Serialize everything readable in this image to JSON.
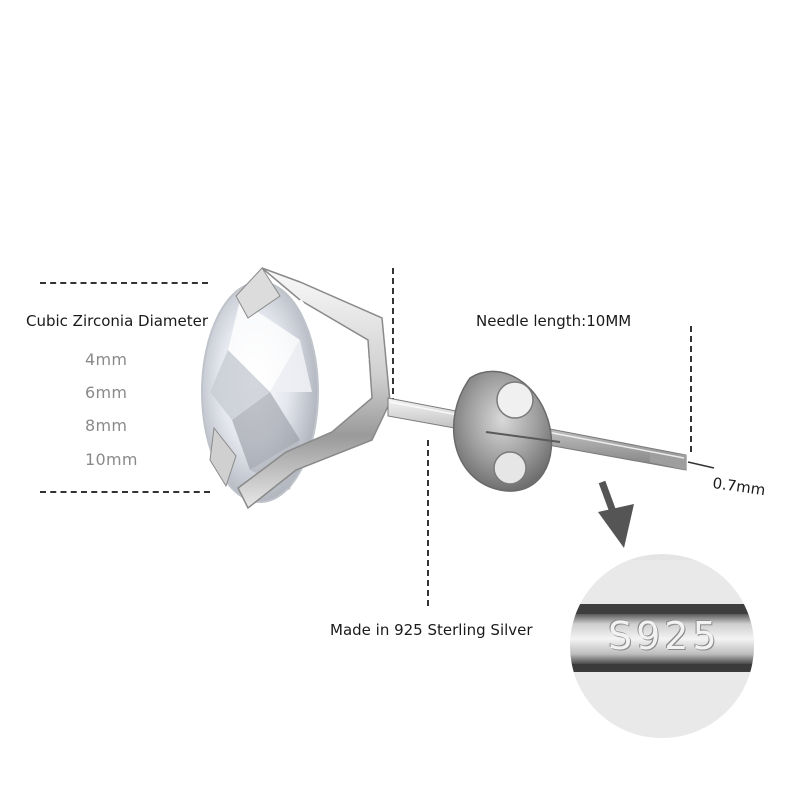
{
  "diameter": {
    "title": "Cubic Zirconia Diameter",
    "sizes": [
      "4mm",
      "6mm",
      "8mm",
      "10mm"
    ]
  },
  "needle": {
    "length_label": "Needle length:10MM",
    "thickness_label": "0.7mm"
  },
  "material": {
    "label": "Made in 925 Sterling Silver",
    "stamp": "S925"
  },
  "colors": {
    "silver_light": "#f2f2f2",
    "silver_mid": "#c9c9c9",
    "silver_dark": "#8f8f8f",
    "arrow": "#555555",
    "zoom_bg": "#e6e6e6"
  }
}
